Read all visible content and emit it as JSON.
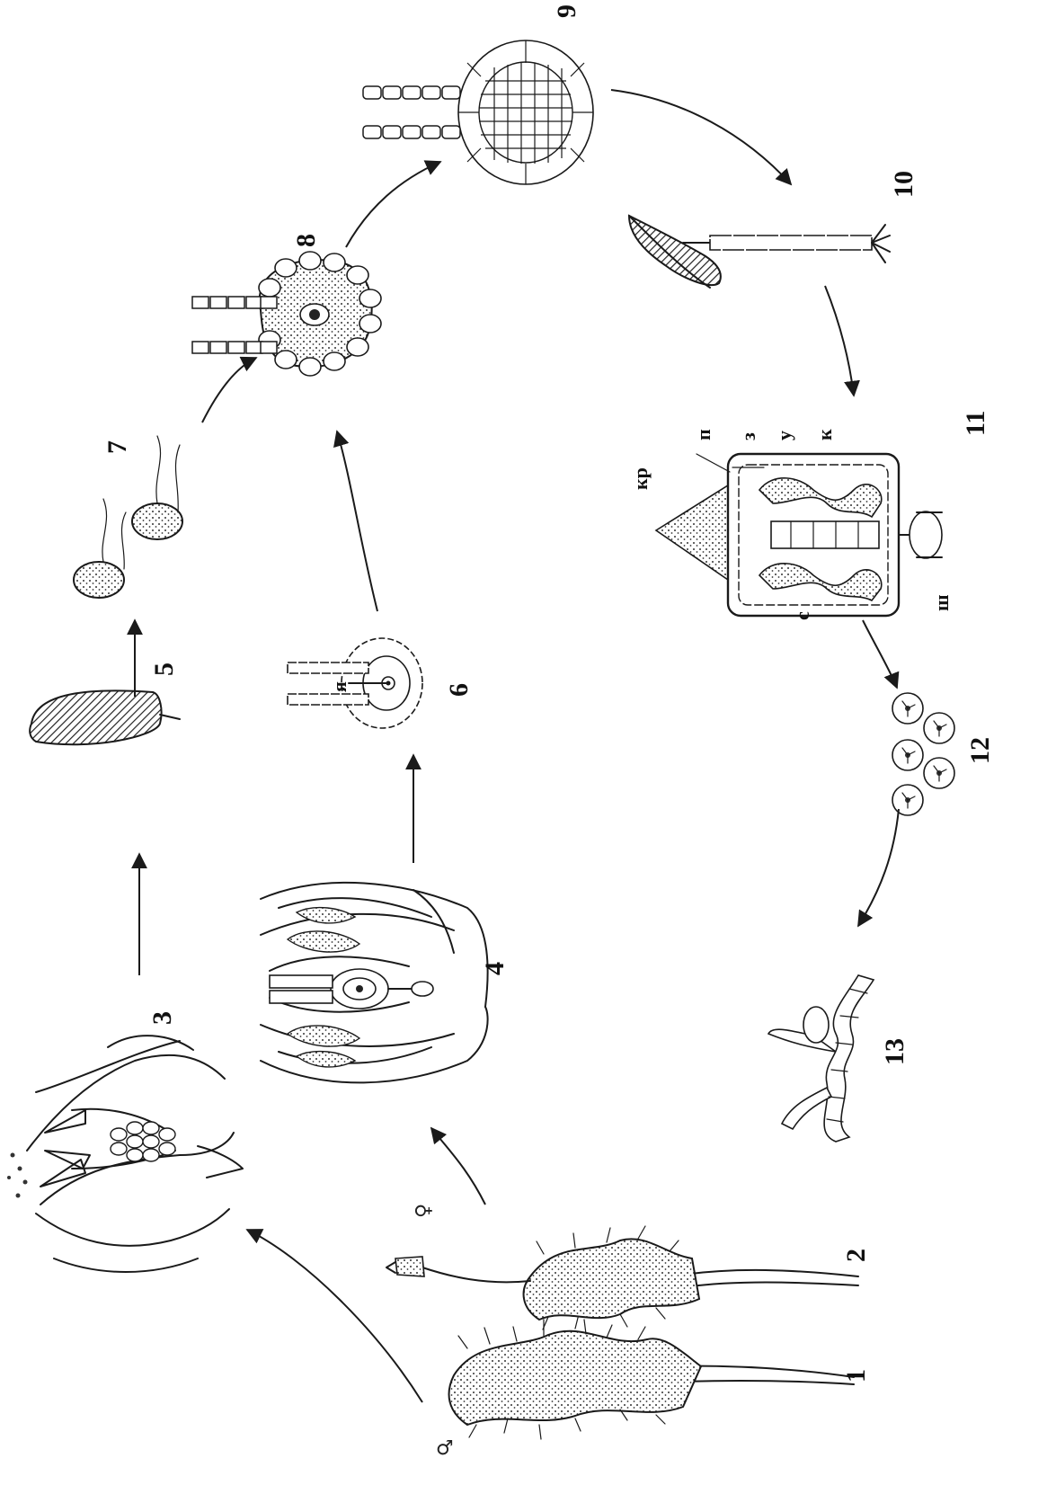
{
  "figure": {
    "stage_labels": [
      "1",
      "2",
      "3",
      "4",
      "5",
      "6",
      "7",
      "8",
      "9",
      "10",
      "11",
      "12",
      "13"
    ],
    "symbols": {
      "male": "♂",
      "female": "♀"
    },
    "part_labels": {
      "ya": "я",
      "kr": "кр",
      "p": "п",
      "z": "з",
      "u": "у",
      "k": "к",
      "s": "с",
      "sh": "ш"
    }
  }
}
